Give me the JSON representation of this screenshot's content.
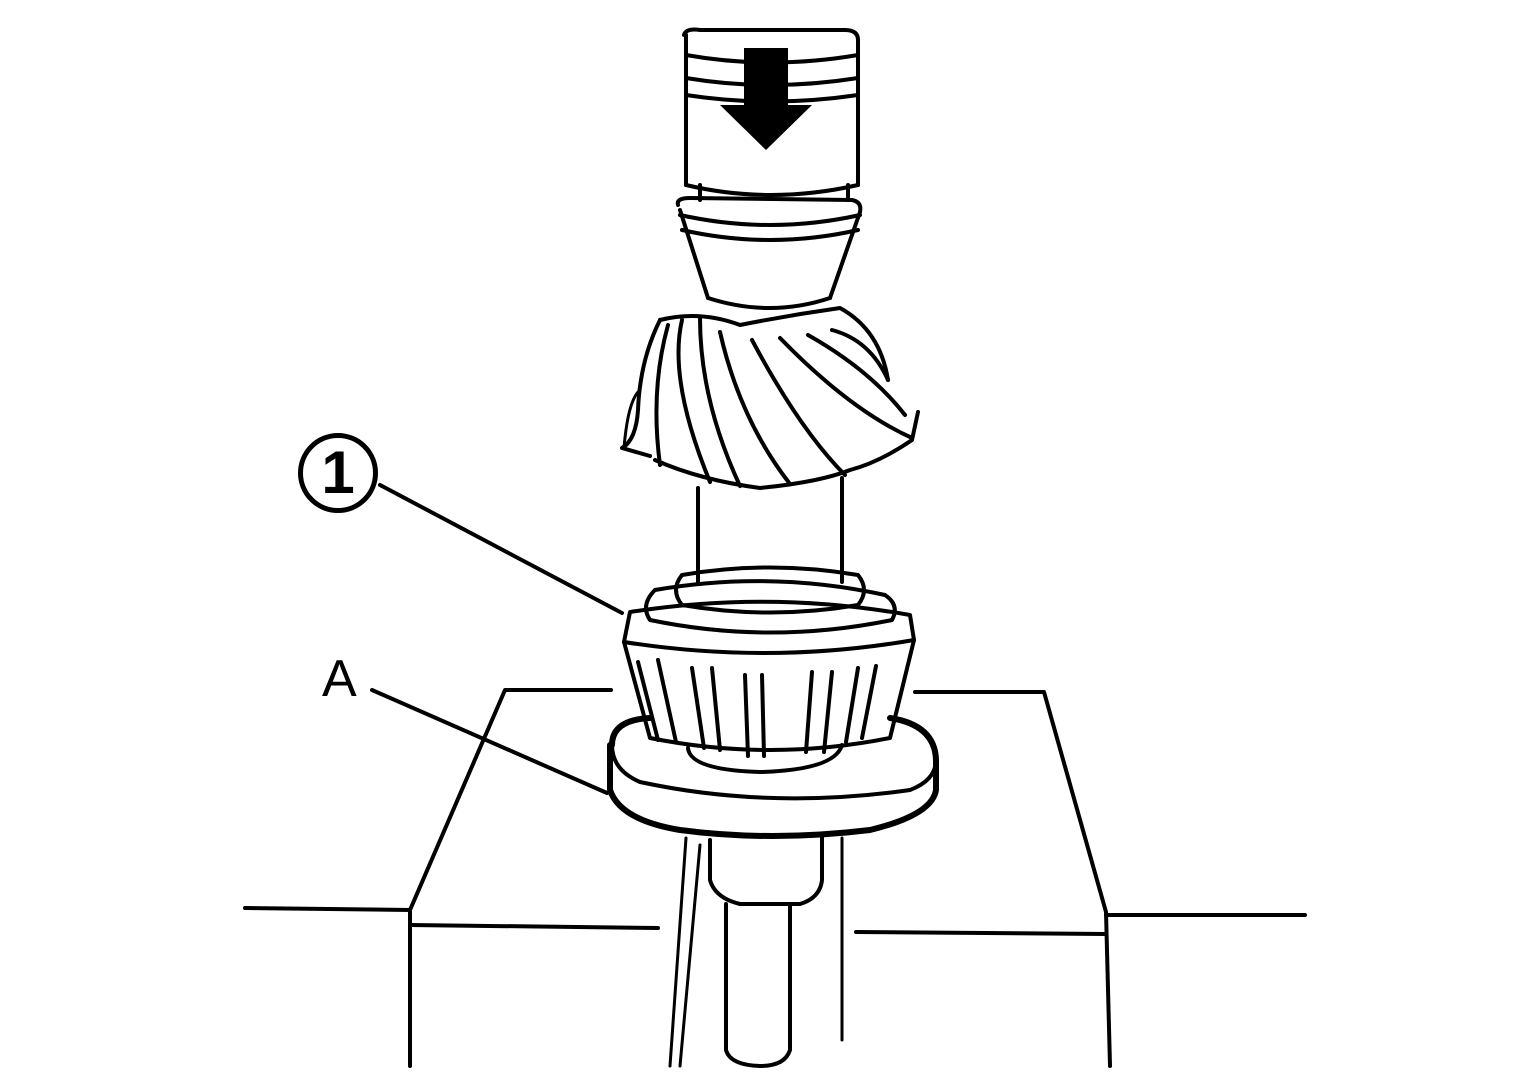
{
  "diagram": {
    "type": "service-illustration",
    "subject": "Pressing bearing onto drive pinion shaft",
    "press_direction": "down",
    "colors": {
      "line": "#000000",
      "background": "#ffffff"
    },
    "callouts": [
      {
        "id": "1",
        "label": "1",
        "style": "circled-number",
        "points_to": "bearing inner race (tapered roller bearing)"
      },
      {
        "id": "A",
        "label": "A",
        "style": "letter",
        "points_to": "bearing replacer / support tool"
      }
    ],
    "components": [
      "press ram with down arrow",
      "drive pinion gear (spiral bevel)",
      "pinion shaft",
      "tapered roller bearing",
      "support ring tool",
      "press bed / base block"
    ]
  }
}
